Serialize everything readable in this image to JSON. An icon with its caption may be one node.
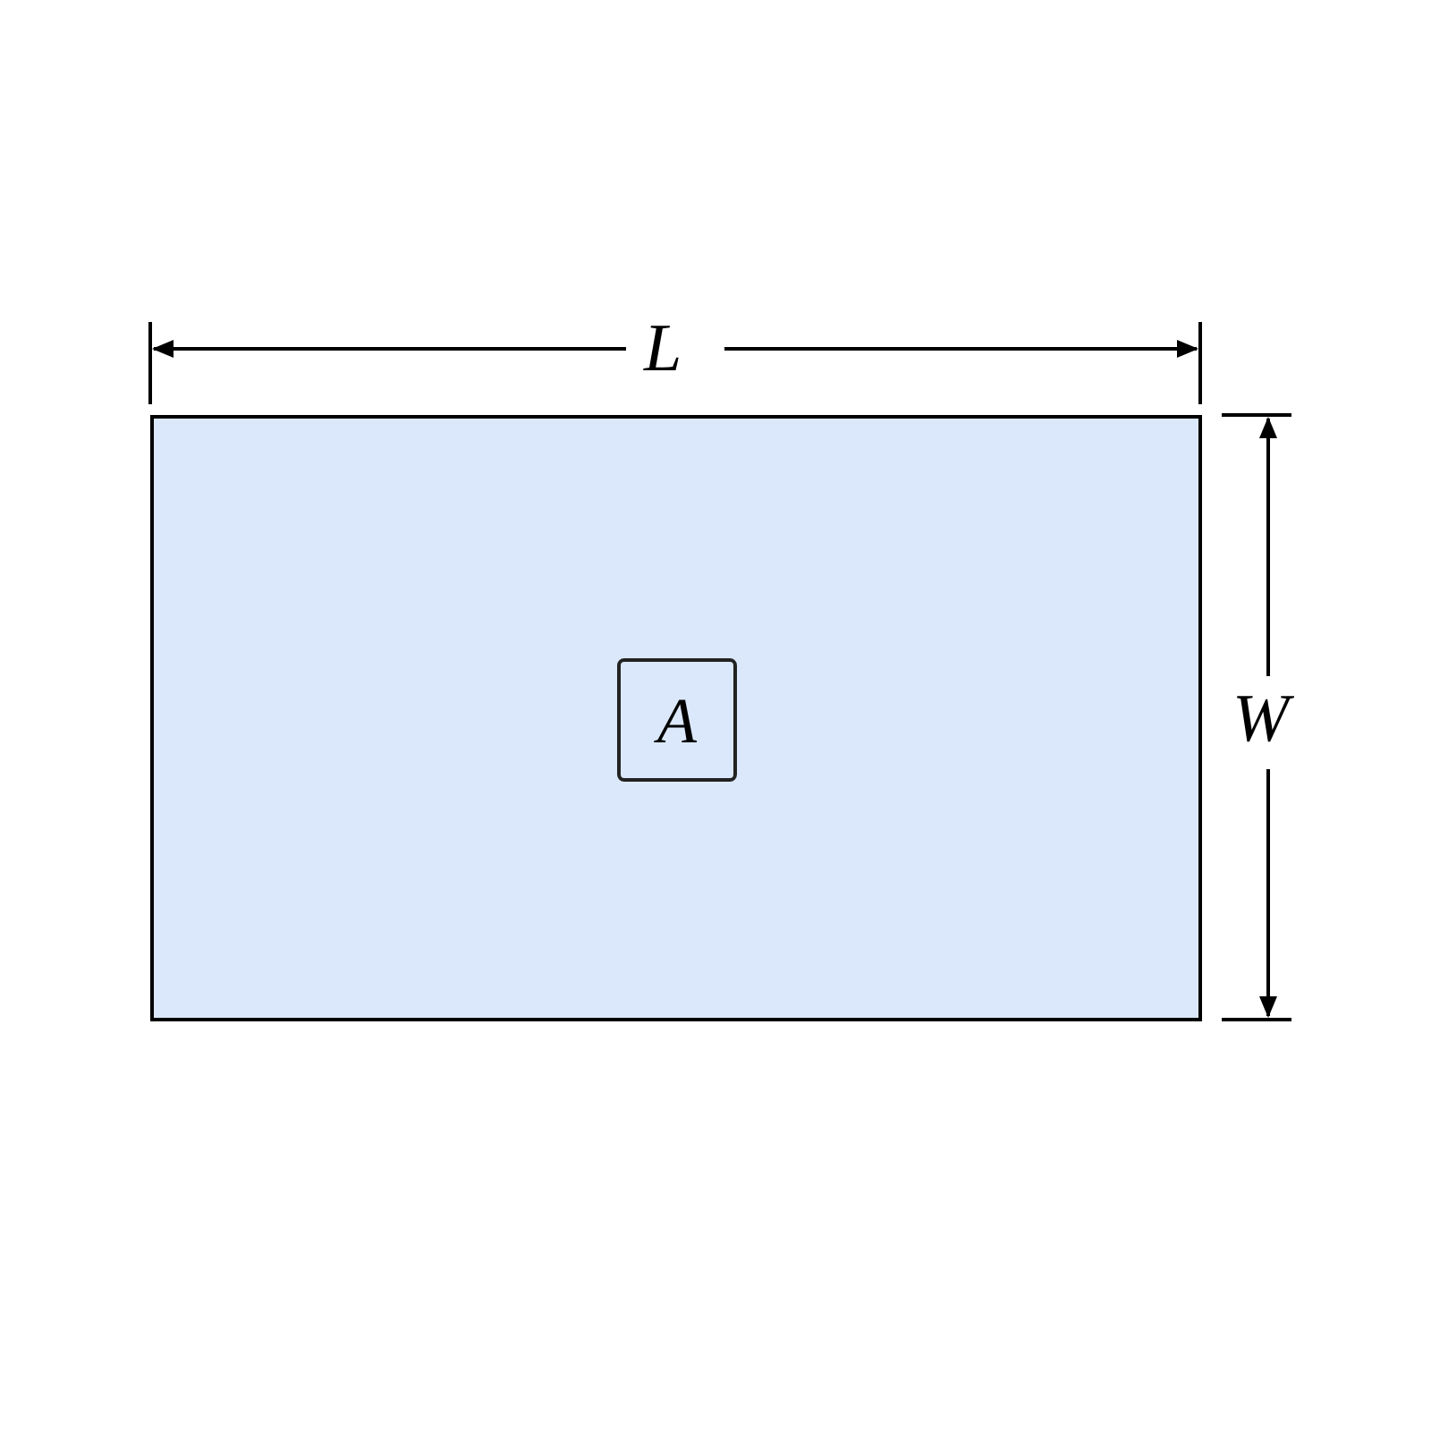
{
  "diagram": {
    "nodes": [
      {
        "text": [],
        "shape": "box"
      },
      {
        "text": [
          "A"
        ],
        "in": 0
      }
    ],
    "labels": [
      "L",
      "W"
    ]
  }
}
